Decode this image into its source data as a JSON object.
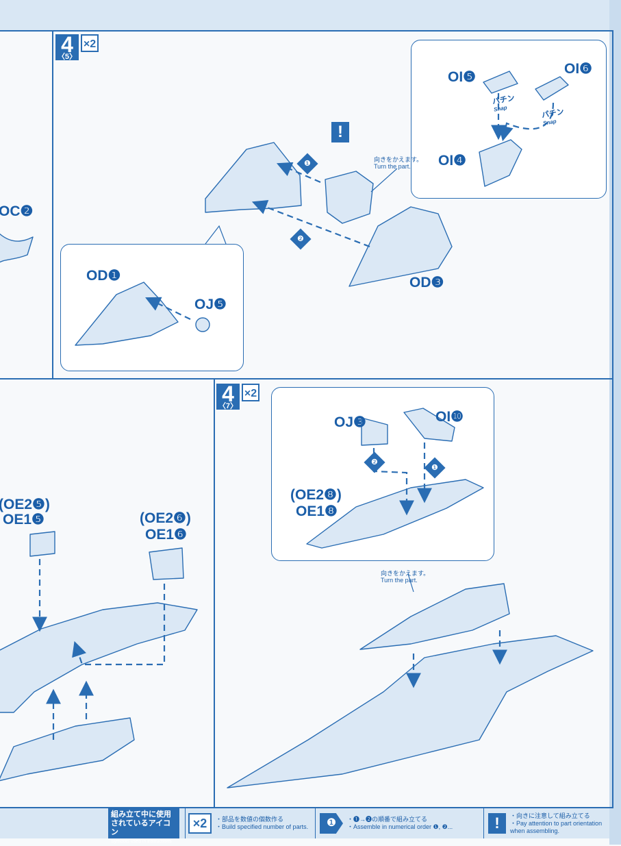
{
  "steps": [
    {
      "number": "4",
      "sub": "〈5〉",
      "multiplier": "×2"
    },
    {
      "number": "4",
      "sub": "〈7〉",
      "multiplier": "×2"
    }
  ],
  "parts": {
    "oc2": "OC❷",
    "oi5": "OI❺",
    "oi6": "OI❻",
    "oi4": "OI❹",
    "od1": "OD❶",
    "oj5": "OJ❺",
    "od3": "OD❸",
    "oe2_5": "(OE2❺)",
    "oe1_5": "OE1❺",
    "oe2_6": "(OE2❻)",
    "oe1_6": "OE1❻",
    "oj3": "OJ❸",
    "oi10": "OI❿",
    "oe2_8": "(OE2❽)",
    "oe1_8": "OE1❽"
  },
  "seq": {
    "one": "❶",
    "two": "❷"
  },
  "notes": {
    "turn_jp": "向きをかえます。",
    "turn_en": "Turn the part.",
    "snap_jp": "パチン",
    "snap_en": "Snap",
    "warn_symbol": "!"
  },
  "legend": {
    "title_jp": "組み立て中に使用されているアイコン",
    "title_en": "Symbols used in instructions",
    "mult_icon": "×2",
    "mult_jp": "・部品を数値の個数作る",
    "mult_en": "・Build specified number of parts.",
    "order_icon": "❶",
    "order_jp": "・❶→❷の順番で組み立てる",
    "order_en": "・Assemble in numerical order ❶, ❷...",
    "warn_icon": "!",
    "warn_jp": "・向きに注意して組み立てる",
    "warn_en1": "・Pay attention to part orientation",
    "warn_en2": "when assembling."
  }
}
